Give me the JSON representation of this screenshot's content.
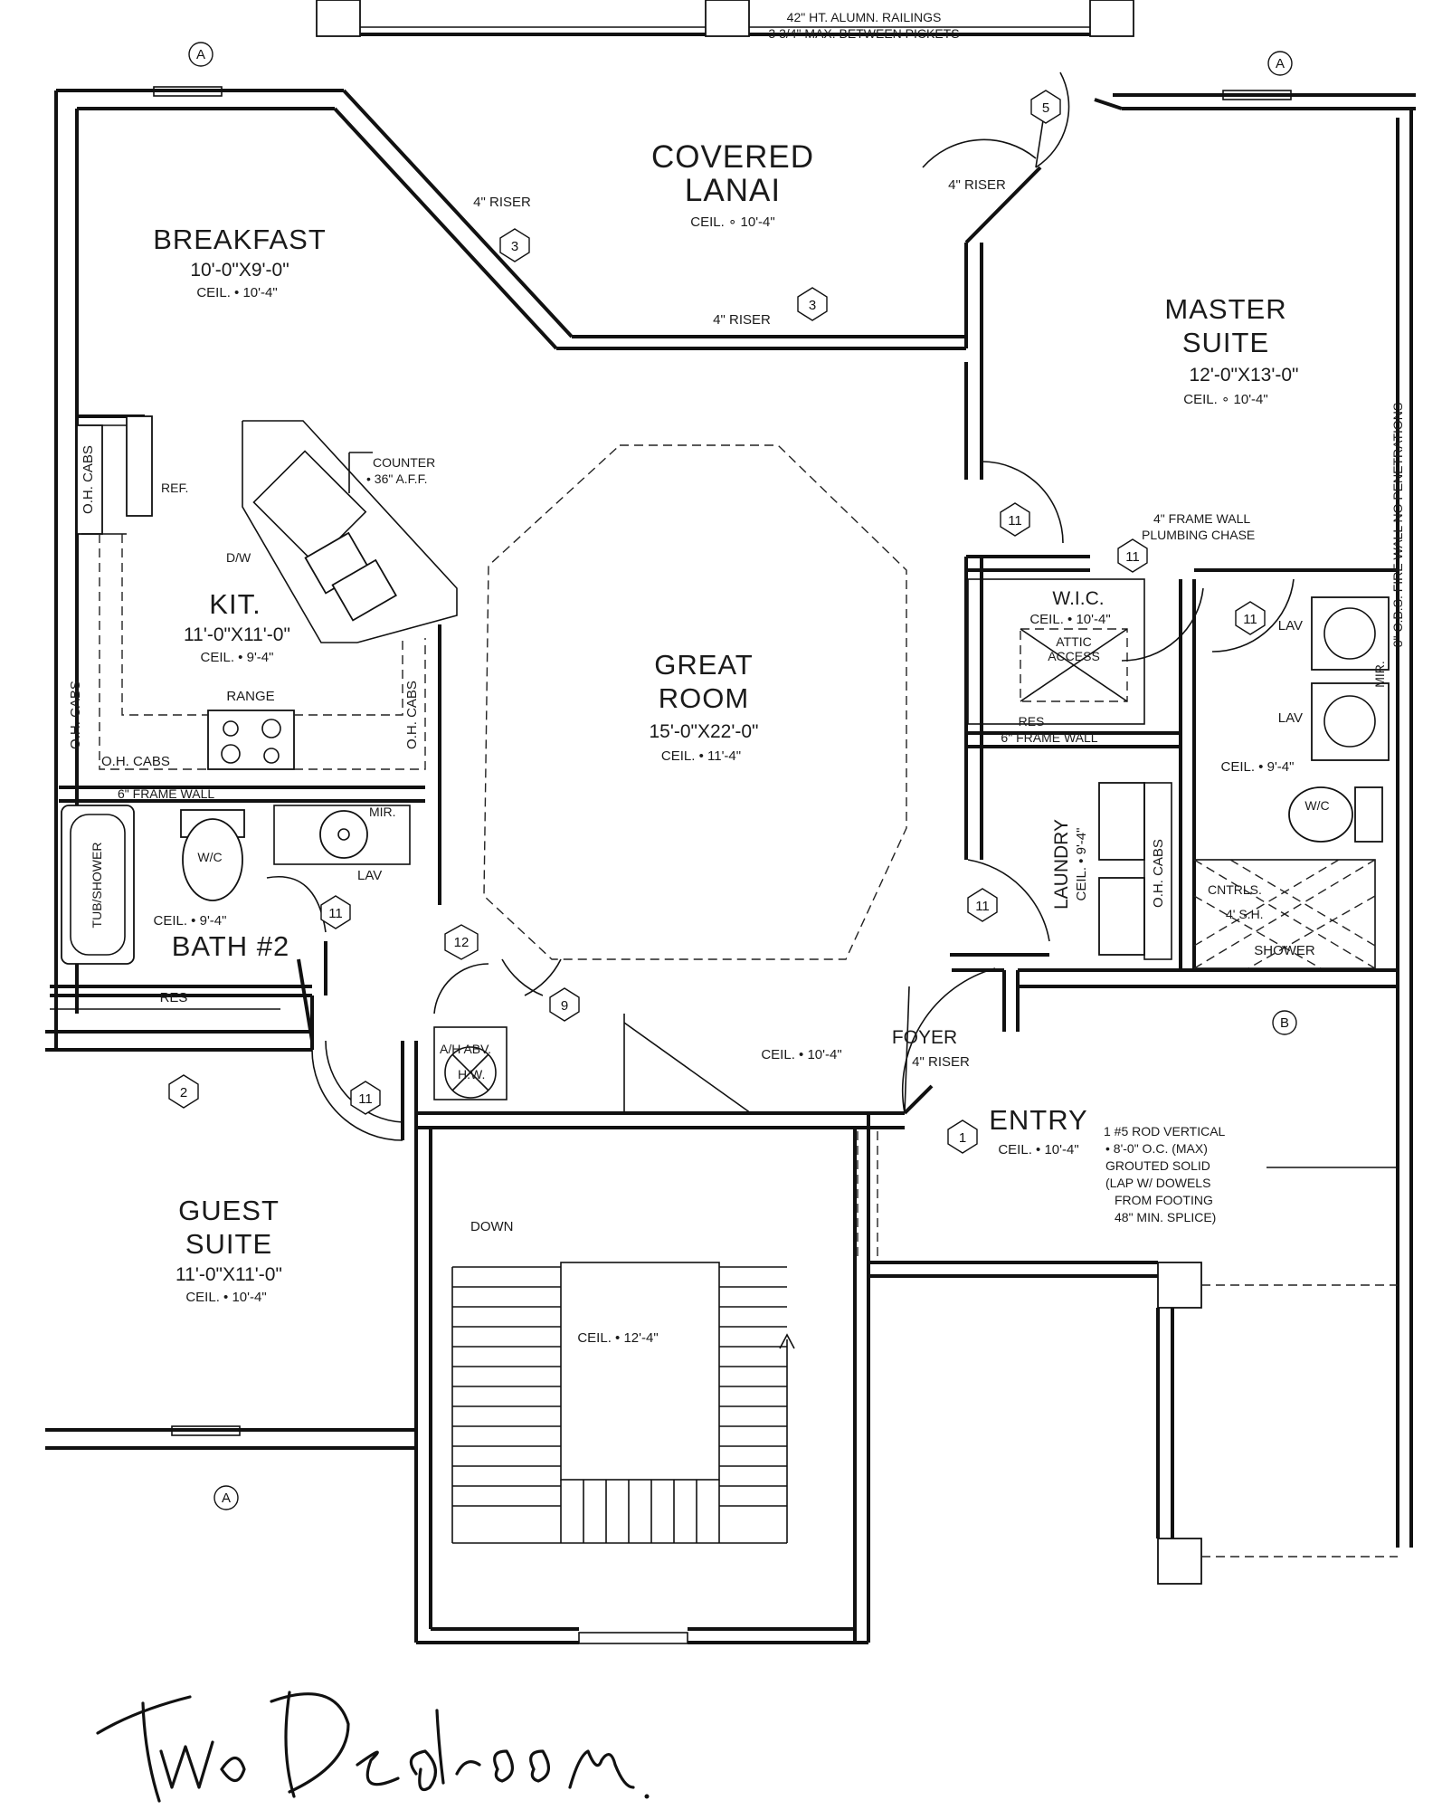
{
  "rooms": {
    "covered_lanai": {
      "name_line1": "COVERED",
      "name_line2": "LANAI",
      "ceil": "CEIL. ∘ 10'-4\""
    },
    "breakfast": {
      "name": "BREAKFAST",
      "dims": "10'-0\"X9'-0\"",
      "ceil": "CEIL. • 10'-4\""
    },
    "master_suite": {
      "name_line1": "MASTER",
      "name_line2": "SUITE",
      "dims": "12'-0\"X13'-0\"",
      "ceil": "CEIL. ∘ 10'-4\""
    },
    "kitchen": {
      "name": "KIT.",
      "dims": "11'-0\"X11'-0\"",
      "ceil": "CEIL. • 9'-4\""
    },
    "great_room": {
      "name_line1": "GREAT",
      "name_line2": "ROOM",
      "dims": "15'-0\"X22'-0\"",
      "ceil": "CEIL. • 11'-4\""
    },
    "wic": {
      "name": "W.I.C.",
      "ceil": "CEIL. • 10'-4\""
    },
    "laundry": {
      "name": "LAUNDRY",
      "ceil": "CEIL. • 9'-4\""
    },
    "bath2": {
      "name": "BATH #2",
      "ceil": "CEIL. • 9'-4\""
    },
    "master_bath": {
      "ceil": "CEIL. • 9'-4\""
    },
    "foyer": {
      "name": "FOYER",
      "riser": "4\" RISER",
      "ceil": "CEIL. • 10'-4\""
    },
    "entry": {
      "name": "ENTRY",
      "ceil": "CEIL. • 10'-4\""
    },
    "guest_suite": {
      "name_line1": "GUEST",
      "name_line2": "SUITE",
      "dims": "11'-0\"X11'-0\"",
      "ceil": "CEIL. • 10'-4\""
    },
    "stair": {
      "ceil": "CEIL. • 12'-4\"",
      "down": "DOWN"
    }
  },
  "notes": {
    "railing_line1": "42\" HT. ALUMN. RAILINGS",
    "railing_line2": "3 3/4\" MAX. BETWEEN PICKETS",
    "riser_lanai_left": "4\" RISER",
    "riser_lanai_bottom": "4\" RISER",
    "riser_master": "4\" RISER",
    "counter_line1": "COUNTER",
    "counter_line2": "• 36\" A.F.F.",
    "ref": "REF.",
    "dw": "D/W",
    "range": "RANGE",
    "oh_cabs": "O.H. CABS",
    "frame_wall_6": "6\" FRAME WALL",
    "frame_wall_4_line1": "4\" FRAME WALL",
    "frame_wall_4_line2": "PLUMBING CHASE",
    "res_frame_line1": "RES",
    "res_frame_line2": "6\" FRAME WALL",
    "res": "RES",
    "attic_line1": "ATTIC",
    "attic_line2": "ACCESS",
    "lav": "LAV",
    "mir": "MIR.",
    "wc": "W/C",
    "tub": "TUB/SHOWER",
    "cntrls_line1": "CNTRLS.",
    "cntrls_line2": "4' S.H.",
    "shower": "SHOWER",
    "ah_line1": "A/H ABV.",
    "ah_line2": "H.W.",
    "fire_wall": "8\" C.B.S. FIRE WALL NO PENETRATIONS",
    "rod_line1": "1 #5 ROD VERTICAL",
    "rod_line2": "• 8'-0\" O.C. (MAX)",
    "rod_line3": "GROUTED SOLID",
    "rod_line4": "(LAP W/ DOWELS",
    "rod_line5": "FROM FOOTING",
    "rod_line6": "48\" MIN. SPLICE)"
  },
  "tags": {
    "a": "A",
    "b": "B",
    "t1": "1",
    "t2": "2",
    "t3": "3",
    "t5": "5",
    "t9": "9",
    "t11": "11",
    "t12": "12"
  },
  "signature": "Two Bedroom."
}
